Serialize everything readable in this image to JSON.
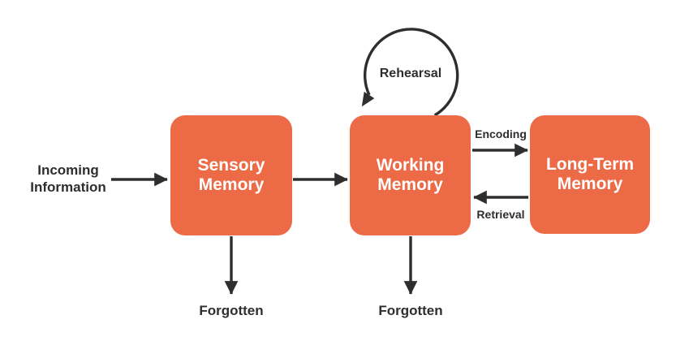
{
  "colors": {
    "box": "#EC6A45",
    "ink": "#2E2E2E",
    "box_text": "#FFFFFF"
  },
  "nodes": {
    "sensory": {
      "label": "Sensory\nMemory"
    },
    "working": {
      "label": "Working\nMemory"
    },
    "longterm": {
      "label": "Long-Term\nMemory"
    }
  },
  "labels": {
    "incoming": "Incoming\nInformation",
    "rehearsal": "Rehearsal",
    "encoding": "Encoding",
    "retrieval": "Retrieval",
    "forgotten_sensory": "Forgotten",
    "forgotten_working": "Forgotten"
  }
}
